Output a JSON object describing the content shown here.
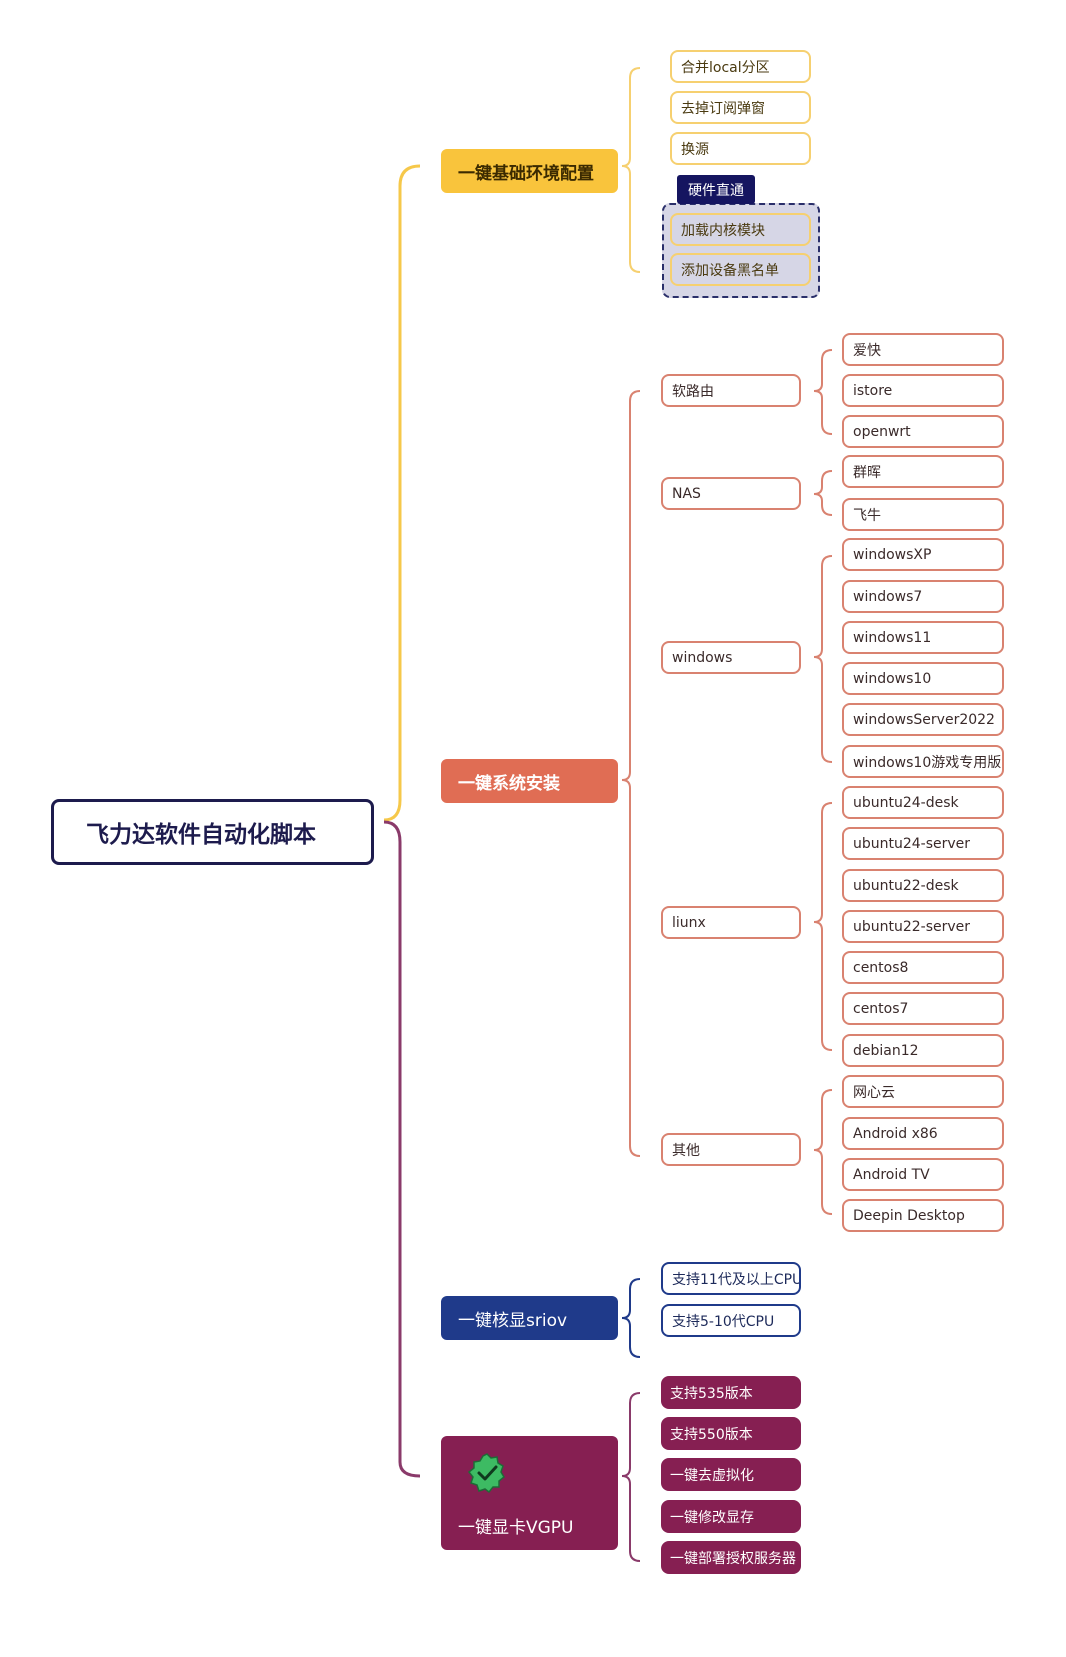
{
  "root": "飞力达软件自动化脚本",
  "branch_env": {
    "title": "一键基础环境配置",
    "items": [
      "合并local分区",
      "去掉订阅弹窗",
      "换源"
    ],
    "passthrough": {
      "tag": "硬件直通",
      "items": [
        "加载内核模块",
        "添加设备黑名单"
      ]
    }
  },
  "branch_os": {
    "title": "一键系统安装",
    "softrouter": {
      "label": "软路由",
      "items": [
        "爱快",
        "istore",
        "openwrt"
      ]
    },
    "nas": {
      "label": "NAS",
      "items": [
        "群晖",
        "飞牛"
      ]
    },
    "windows": {
      "label": "windows",
      "items": [
        "windowsXP",
        "windows7",
        "windows11",
        "windows10",
        "windowsServer2022",
        "windows10游戏专用版"
      ]
    },
    "linux": {
      "label": "liunx",
      "items": [
        "ubuntu24-desk",
        "ubuntu24-server",
        "ubuntu22-desk",
        "ubuntu22-server",
        "centos8",
        "centos7",
        "debian12"
      ]
    },
    "other": {
      "label": "其他",
      "items": [
        "网心云",
        "Android x86",
        "Android TV",
        "Deepin Desktop"
      ]
    }
  },
  "branch_sriov": {
    "title": "一键核显sriov",
    "items": [
      "支持11代及以上CPU",
      "支持5-10代CPU"
    ]
  },
  "branch_vgpu": {
    "title": "一键显卡VGPU",
    "icon": "verified-badge-icon",
    "items": [
      "支持535版本",
      "支持550版本",
      "一键去虚拟化",
      "一键修改显存",
      "一键部署授权服务器"
    ]
  },
  "colors": {
    "yellow": "#f9c43c",
    "red": "#e06d54",
    "blue": "#1f3a8a",
    "purple": "#861f52",
    "root_border": "#1d1b4d"
  }
}
